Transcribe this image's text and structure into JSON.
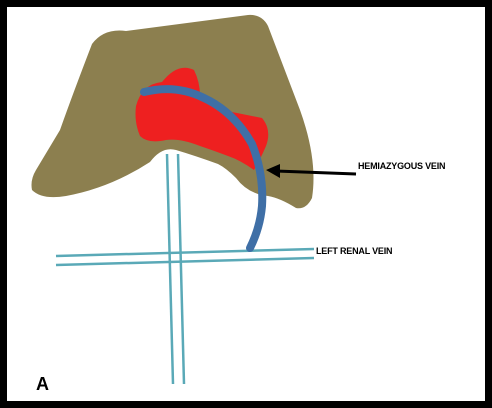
{
  "labels": {
    "hemiazygous": "HEMIAZYGOUS VEIN",
    "left_renal": "LEFT RENAL VEIN",
    "panel": "A"
  },
  "colors": {
    "frame": "#000000",
    "background": "#ffffff",
    "mass": "#8c7f4f",
    "tumor": "#ee2020",
    "hemiazygous_vein": "#3f6fa6",
    "vessel_line": "#5aa9b7",
    "arrow": "#000000"
  }
}
